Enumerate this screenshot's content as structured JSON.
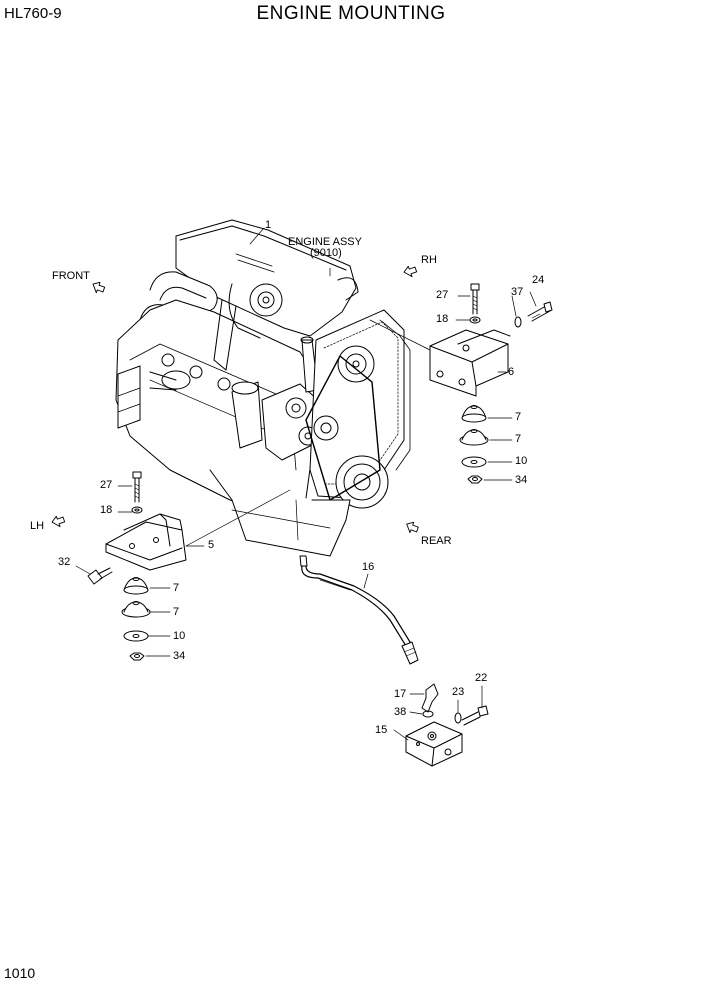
{
  "header": {
    "model": "HL760-9",
    "title": "ENGINE MOUNTING"
  },
  "footer": {
    "page": "1010"
  },
  "directions": {
    "front": "FRONT",
    "rh": "RH",
    "lh": "LH",
    "rear": "REAR"
  },
  "engine_assy": {
    "line1": "ENGINE ASSY",
    "line2": "(9010)"
  },
  "callouts": {
    "c1": "1",
    "c27a": "27",
    "c24": "24",
    "c37": "37",
    "c18a": "18",
    "c6": "6",
    "c7a": "7",
    "c7b": "7",
    "c10a": "10",
    "c34a": "34",
    "c27b": "27",
    "c18b": "18",
    "c5": "5",
    "c32": "32",
    "c7c": "7",
    "c7d": "7",
    "c10b": "10",
    "c34b": "34",
    "c16": "16",
    "c22": "22",
    "c17": "17",
    "c23": "23",
    "c38": "38",
    "c15": "15"
  }
}
